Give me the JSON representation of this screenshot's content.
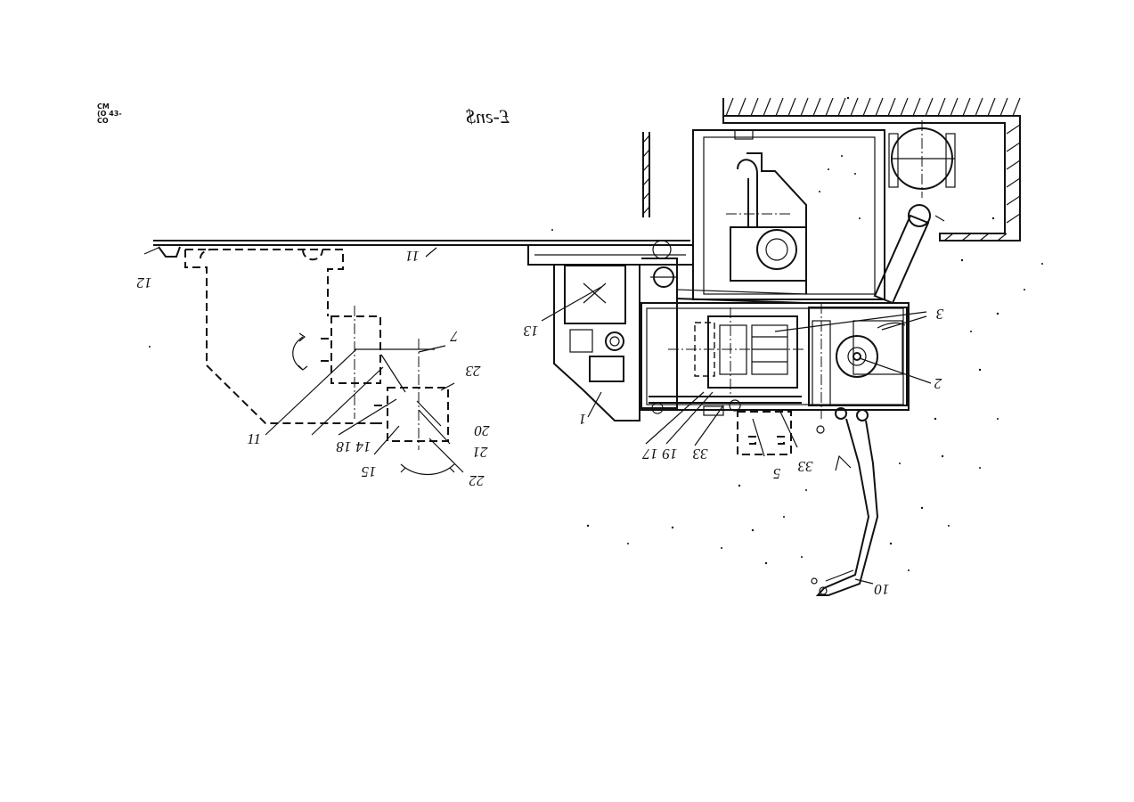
{
  "header": {
    "corner_code_lines": [
      "CM",
      "(O 43-",
      "CO"
    ],
    "sheet_title": "£-гп$"
  },
  "diagram": {
    "part_labels": {
      "p1": "1",
      "p1b": "1",
      "p2": "2",
      "p3": "3",
      "p5": "5",
      "p7": "7",
      "p10": "10",
      "p11_rail": "11",
      "p11_arm": "11",
      "p12": "12",
      "p13": "13",
      "p14": "14",
      "p15": "15",
      "p17": "17",
      "p18": "18",
      "p19": "19",
      "p20": "20",
      "p21": "21",
      "p22": "22",
      "p23": "23",
      "p33a": "33",
      "p33b": "33"
    }
  }
}
